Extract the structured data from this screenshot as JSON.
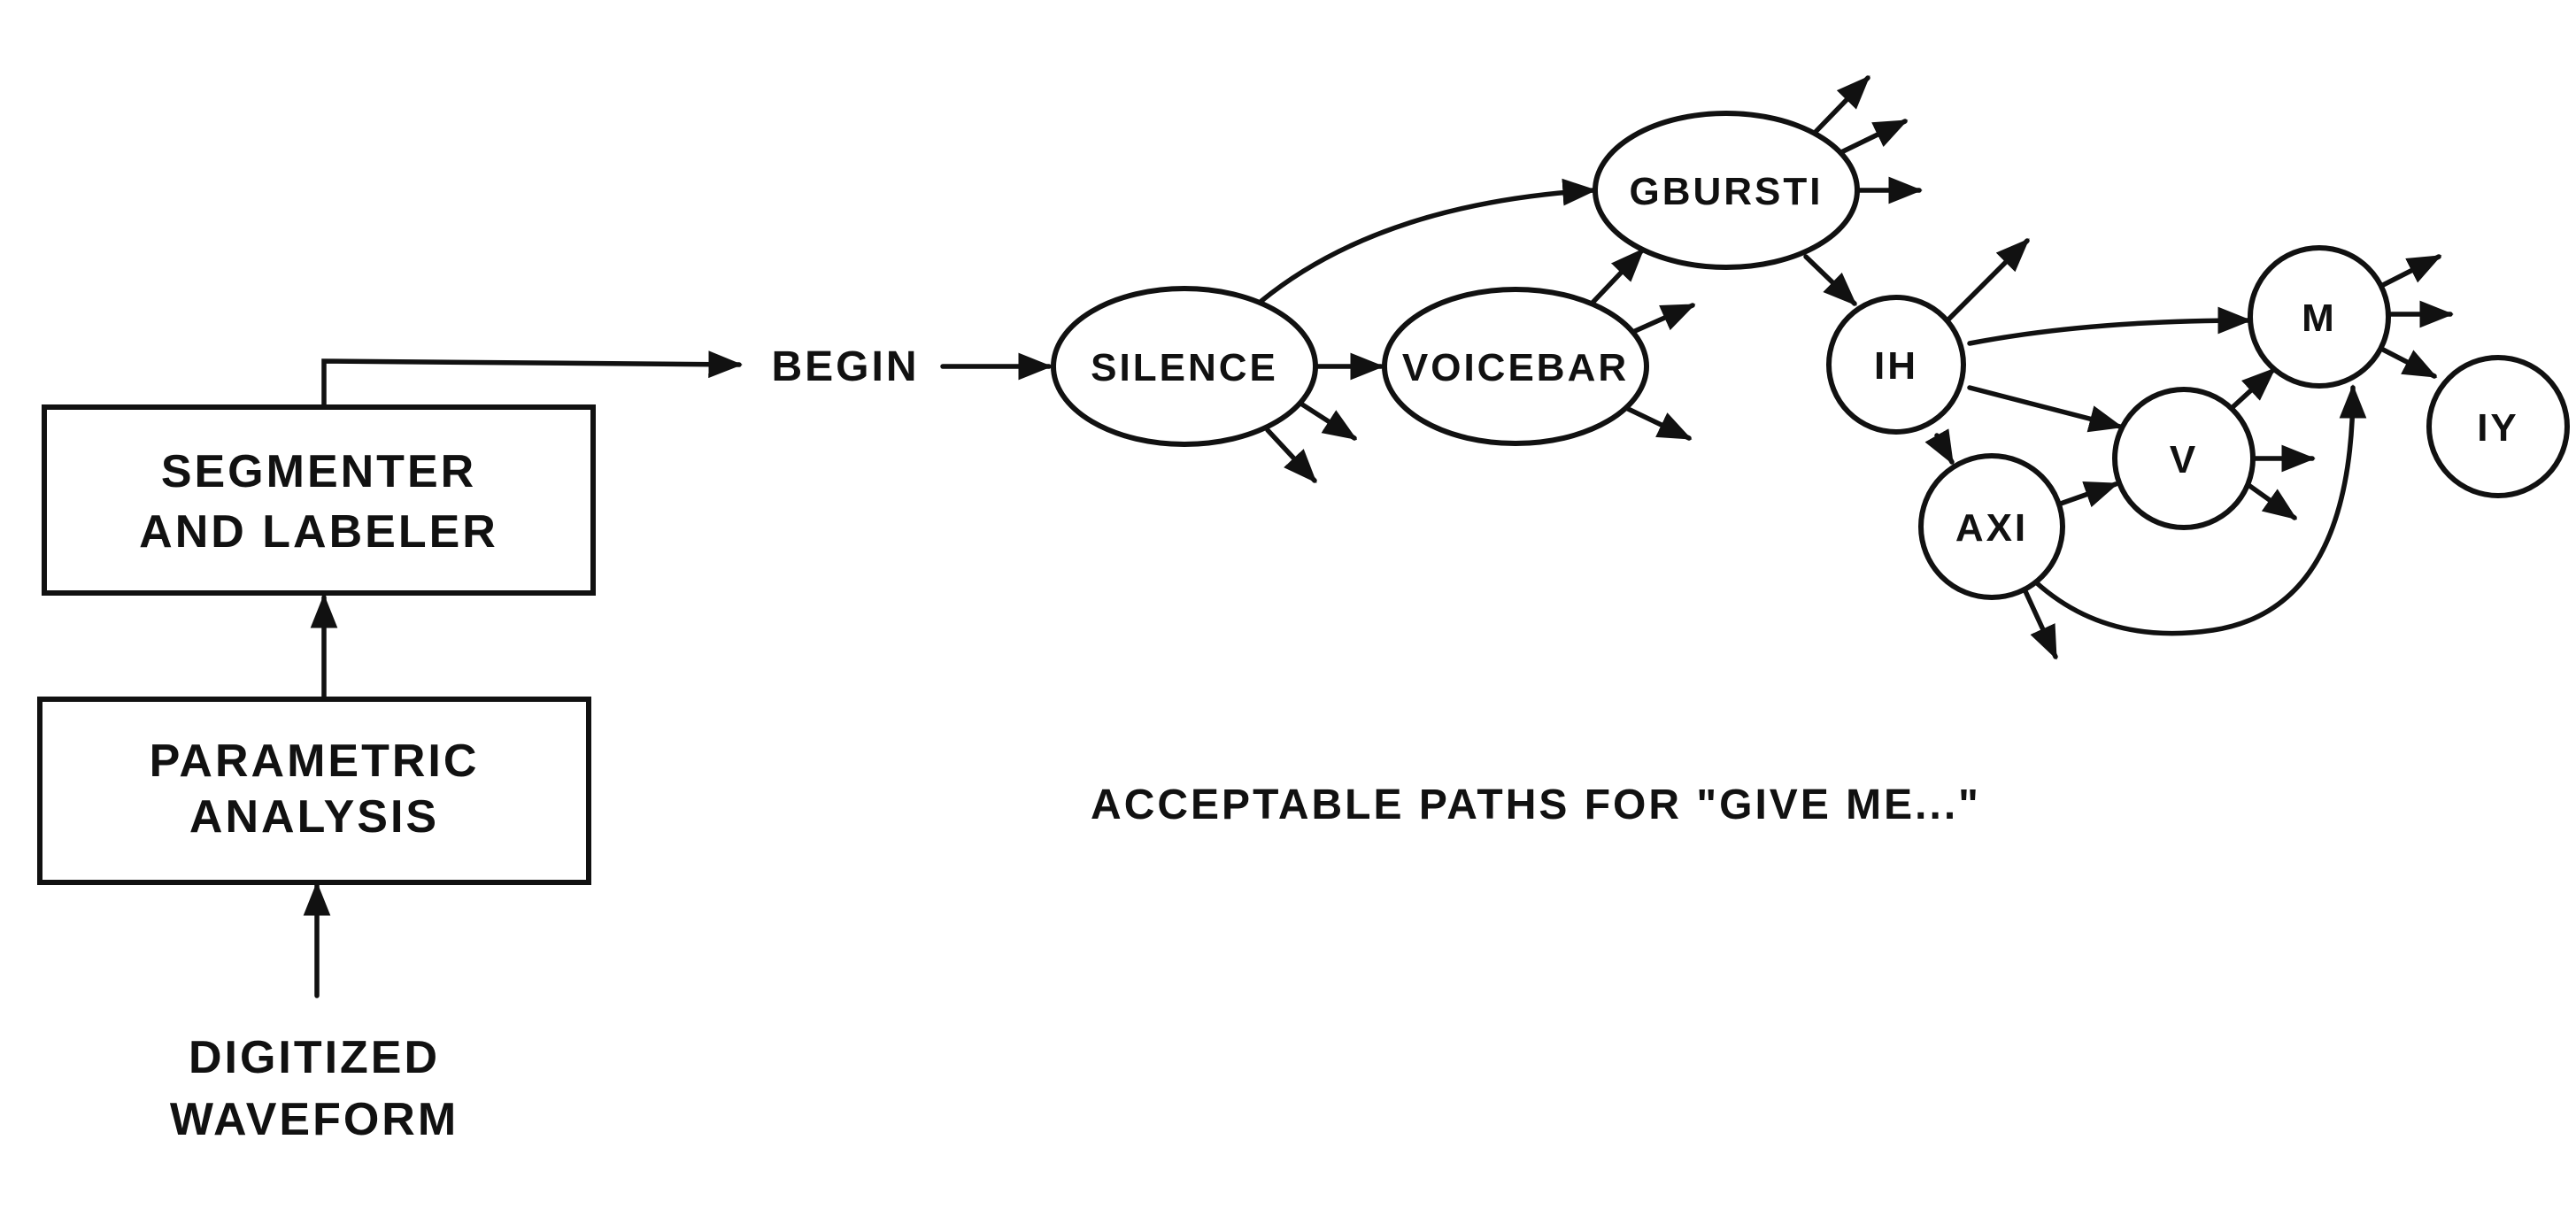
{
  "pipeline": {
    "segmenter_box": {
      "line1": "SEGMENTER",
      "line2": "AND LABELER"
    },
    "parametric_box": {
      "line1": "PARAMETRIC",
      "line2": "ANALYSIS"
    },
    "input_label": {
      "line1": "DIGITIZED",
      "line2": "WAVEFORM"
    }
  },
  "network": {
    "begin_label": "BEGIN",
    "nodes": {
      "silence": "SILENCE",
      "voicebar": "VOICEBAR",
      "gburst": "GBURSTI",
      "ih": "IH",
      "axi": "AXI",
      "v": "V",
      "m": "M",
      "iy": "IY"
    }
  },
  "caption": "ACCEPTABLE PATHS FOR \"GIVE ME...\""
}
